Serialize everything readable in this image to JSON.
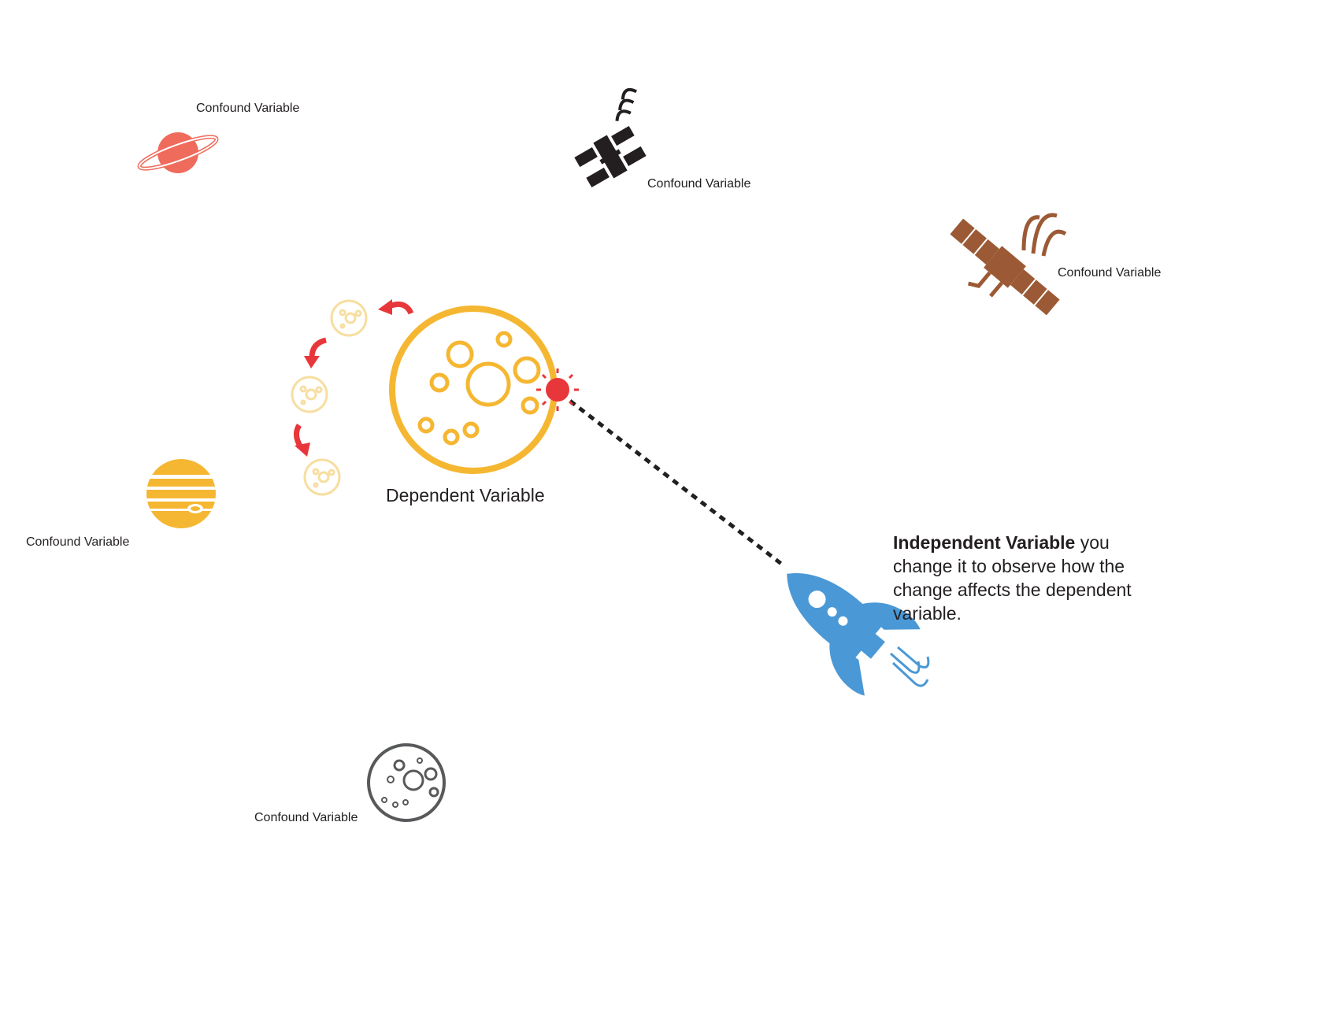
{
  "labels": {
    "saturn": "Confound Variable",
    "space_station": "Confound Variable",
    "satellite": "Confound Variable",
    "jupiter": "Confound Variable",
    "gray_moon": "Confound Variable",
    "dependent": "Dependent Variable"
  },
  "independent": {
    "title": "Independent Variable",
    "description": " you change it to observe how the change affects the dependent variable."
  },
  "colors": {
    "saturn": "#ef6b5b",
    "station": "#231f20",
    "satellite": "#9b5a35",
    "jupiter": "#f5b731",
    "moon": "#f5b731",
    "faded_moon": "#f7dea0",
    "arrow": "#e8373a",
    "gray_moon": "#58595b",
    "rocket": "#4a98d6"
  }
}
